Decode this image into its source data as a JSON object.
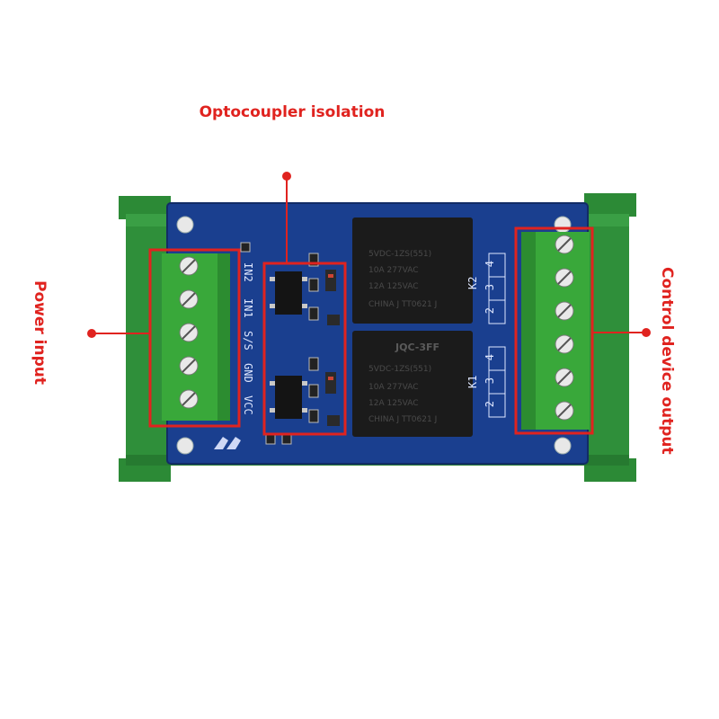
{
  "annotations": {
    "optocoupler": "Optocoupler isolation",
    "power_input": "Power input",
    "control_output": "Control device output"
  },
  "board": {
    "input_pins": [
      "IN2",
      "IN1",
      "S/S",
      "GND",
      "VCC"
    ],
    "relay_k2_label": "K2",
    "relay_k1_label": "K1",
    "k2_pins": [
      "4",
      "3",
      "2"
    ],
    "k1_pins": [
      "4",
      "3",
      "2"
    ],
    "relay_top": {
      "line1": "5VDC-1ZS(551)",
      "line2": "10A 277VAC",
      "line3": "12A 125VAC",
      "line4": "CHINA  J  TT0621 J"
    },
    "relay_bottom": {
      "title": "JQC-3FF",
      "line1": "5VDC-1ZS(551)",
      "line2": "10A 277VAC",
      "line3": "12A 125VAC",
      "line4": "CHINA  J  TT0621 J"
    }
  },
  "colors": {
    "annotation": "#e0231f",
    "pcb": "#1a3f8f",
    "rail": "#2f8a3a",
    "terminal": "#3fae3a",
    "relay": "#1b1b1b"
  }
}
